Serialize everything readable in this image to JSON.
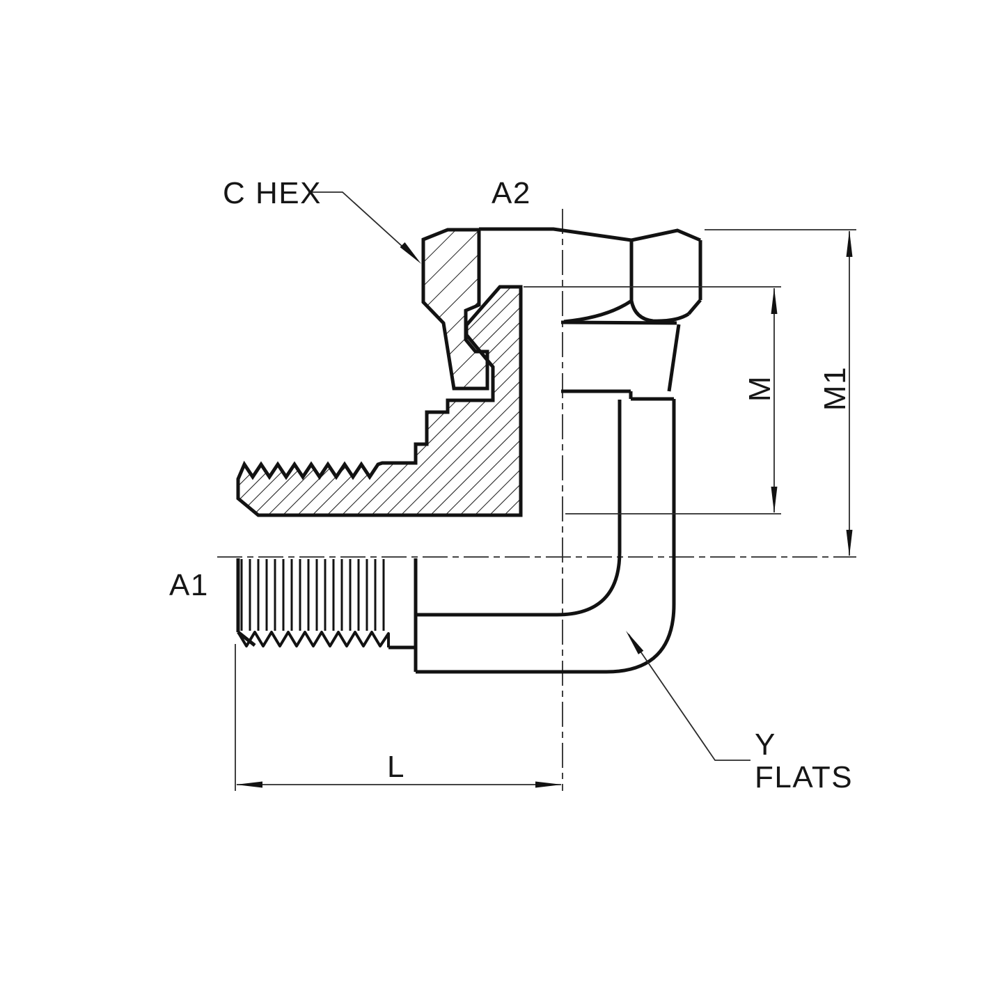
{
  "drawing": {
    "description": "Half-section technical drawing of a 90-degree male pipe to female swivel elbow fitting",
    "background_color": "#ffffff",
    "line_color": "#121212",
    "labels": {
      "c_hex": "C HEX",
      "a2": "A2",
      "a1": "A1",
      "m": "M",
      "m1": "M1",
      "l": "L",
      "y": "Y",
      "flats": "FLATS"
    }
  }
}
